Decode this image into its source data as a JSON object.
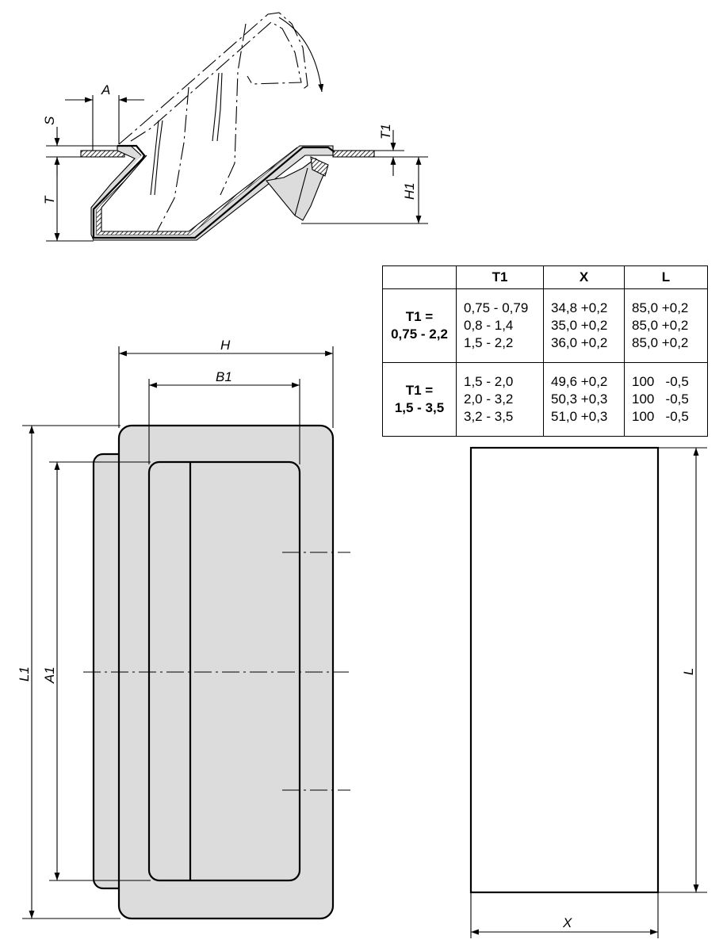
{
  "dimensions": {
    "A": "A",
    "S": "S",
    "T": "T",
    "T1": "T1",
    "H1": "H1",
    "H": "H",
    "B1": "B1",
    "L1": "L1",
    "A1": "A1",
    "L": "L",
    "X": "X"
  },
  "table": {
    "headers": [
      "",
      "T1",
      "X",
      "L"
    ],
    "groups": [
      {
        "label_line1": "T1 =",
        "label_line2": "0,75 - 2,2",
        "t1": [
          "0,75 - 0,79",
          "0,8 - 1,4",
          "1,5 - 2,2"
        ],
        "x": [
          "34,8 +0,2",
          "35,0 +0,2",
          "36,0 +0,2"
        ],
        "l": [
          "85,0 +0,2",
          "85,0 +0,2",
          "85,0 +0,2"
        ]
      },
      {
        "label_line1": "T1 =",
        "label_line2": "1,5 - 3,5",
        "t1": [
          "1,5 - 2,0",
          "2,0 - 3,2",
          "3,2 - 3,5"
        ],
        "x": [
          "49,6 +0,2",
          "50,3 +0,3",
          "51,0 +0,3"
        ],
        "l": [
          "100   -0,5",
          "100   -0,5",
          "100   -0,5"
        ]
      }
    ]
  },
  "colors": {
    "part_fill": "#dcdcdc",
    "line": "#000000",
    "background": "#ffffff"
  }
}
